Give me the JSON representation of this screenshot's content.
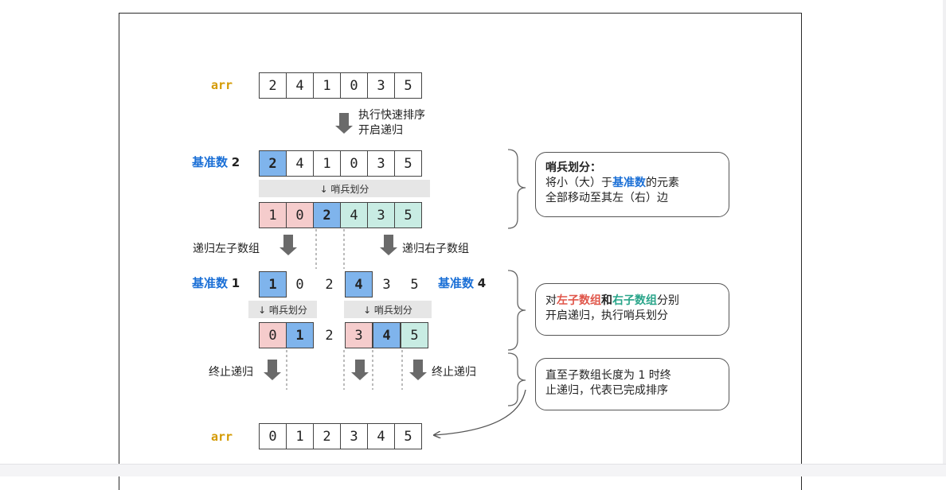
{
  "arr_label": "arr",
  "initial_array": [
    "2",
    "4",
    "1",
    "0",
    "3",
    "5"
  ],
  "step1": {
    "line1": "执行快速排序",
    "line2": "开启递归"
  },
  "pivot_prefix": "基准数",
  "pivot1": "2",
  "row1": [
    "2",
    "4",
    "1",
    "0",
    "3",
    "5"
  ],
  "partition_label": "↓ 哨兵划分",
  "row2": [
    "1",
    "0",
    "2",
    "4",
    "3",
    "5"
  ],
  "recurse_left": "递归左子数组",
  "recurse_right": "递归右子数组",
  "left_sub": {
    "pivot": "1",
    "before": [
      "1",
      "0"
    ],
    "after": [
      "0",
      "1"
    ]
  },
  "middle": "2",
  "right_sub": {
    "pivot": "4",
    "before": [
      "4",
      "3",
      "5"
    ],
    "after": [
      "3",
      "4",
      "5"
    ]
  },
  "stop_left": "终止递归",
  "stop_right": "终止递归",
  "final_array": [
    "0",
    "1",
    "2",
    "3",
    "4",
    "5"
  ],
  "note1": {
    "title": "哨兵划分：",
    "line2_pre": "将小（大）于",
    "line2_hl": "基准数",
    "line2_post": "的元素",
    "line3": "全部移动至其左（右）边"
  },
  "note2": {
    "pre": "对",
    "left": "左子数组",
    "and": "和",
    "right": "右子数组",
    "post": "分别",
    "line2": "开启递归，执行哨兵划分"
  },
  "note3": {
    "line1": "直至子数组长度为 1 时终",
    "line2": "止递归，代表已完成排序"
  },
  "colors": {
    "pivot": "#7fb4ec",
    "left": "#f5cccc",
    "right": "#c8ece3",
    "arr_label": "#d49a00",
    "pivot_text": "#1a6fd6"
  }
}
